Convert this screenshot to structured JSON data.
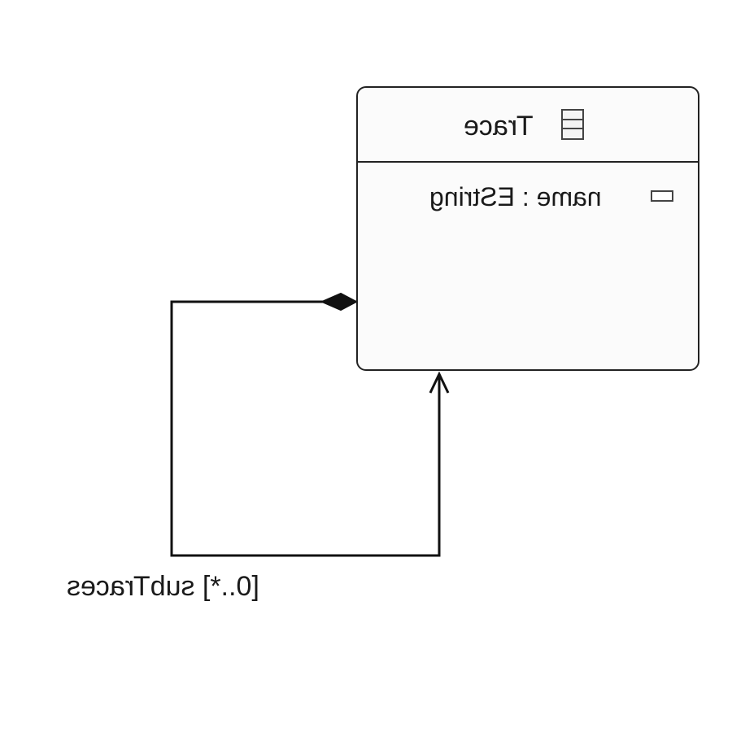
{
  "diagram": {
    "class": {
      "name": "Trace",
      "icon": "eclass-icon",
      "attributes": [
        {
          "text": "name : EString",
          "icon": "eattribute-icon"
        }
      ]
    },
    "reference": {
      "role_label": "[0..*] subTraces",
      "kind": "containment",
      "source": "Trace",
      "target": "Trace"
    },
    "colors": {
      "line": "#111111",
      "box_border": "#222222",
      "box_fill": "#fbfbfb"
    },
    "mirrored": true
  }
}
